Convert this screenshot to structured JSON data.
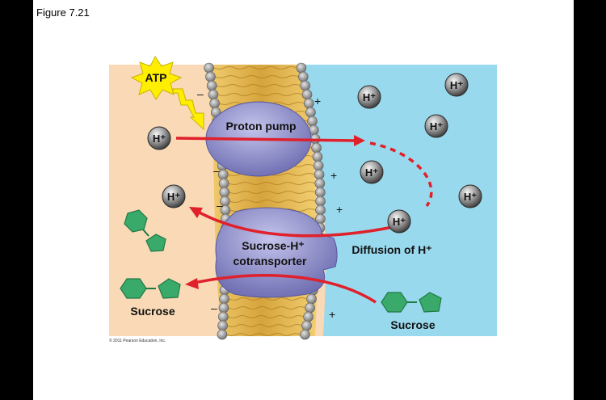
{
  "figure_label": "Figure 7.21",
  "copyright": "© 2011 Pearson Education, Inc.",
  "labels": {
    "atp": "ATP",
    "proton_pump": "Proton pump",
    "cotransporter_line1": "Sucrose-H⁺",
    "cotransporter_line2": "cotransporter",
    "diffusion": "Diffusion of H⁺",
    "sucrose_left": "Sucrose",
    "sucrose_right": "Sucrose",
    "proton": "H⁺"
  },
  "charges": {
    "negative": "–",
    "positive": "+"
  },
  "colors": {
    "cytoplasm": "#f9d9b6",
    "extracellular": "#99d9ee",
    "lipid_tail": "#e8b84e",
    "phospholipid_head": "#9a9a9a",
    "protein": "#8f8fcc",
    "arrow": "#e0202a",
    "sucrose": "#3aaa6a",
    "atp_burst": "#ffee00"
  }
}
